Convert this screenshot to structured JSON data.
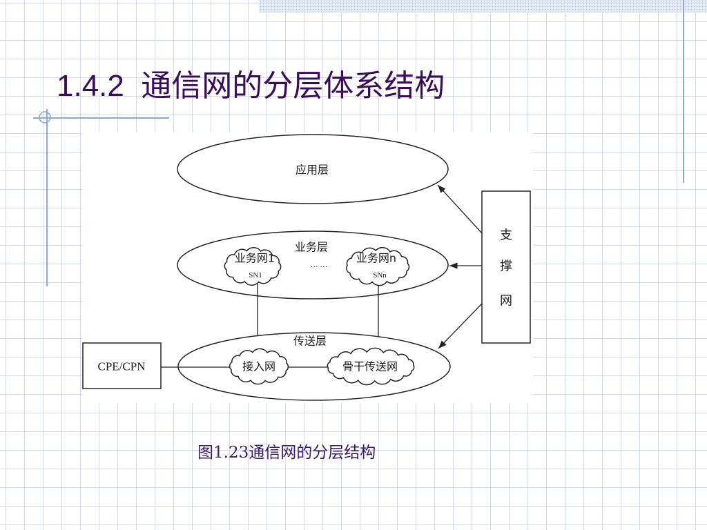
{
  "slide": {
    "title": "1.4.2  通信网的分层体系结构",
    "caption": "图1.23通信网的分层结构"
  },
  "diagram": {
    "layers": {
      "application": "应用层",
      "service": "业务层",
      "transport": "传送层"
    },
    "service_networks": [
      {
        "name": "业务网1",
        "code": "SN1"
      },
      {
        "name": "业务网n",
        "code": "SNn"
      }
    ],
    "ellipsis": "… …",
    "transport_networks": {
      "access": "接入网",
      "backbone": "骨干传送网"
    },
    "cpe": "CPE/CPN",
    "support_network": [
      "支",
      "撑",
      "网"
    ]
  },
  "colors": {
    "title": "#3a0d5a",
    "caption": "#3b1a6e",
    "grid": "#d3d9e8",
    "accent_lines": "#8ea7d6",
    "diagram_stroke": "#222222"
  }
}
